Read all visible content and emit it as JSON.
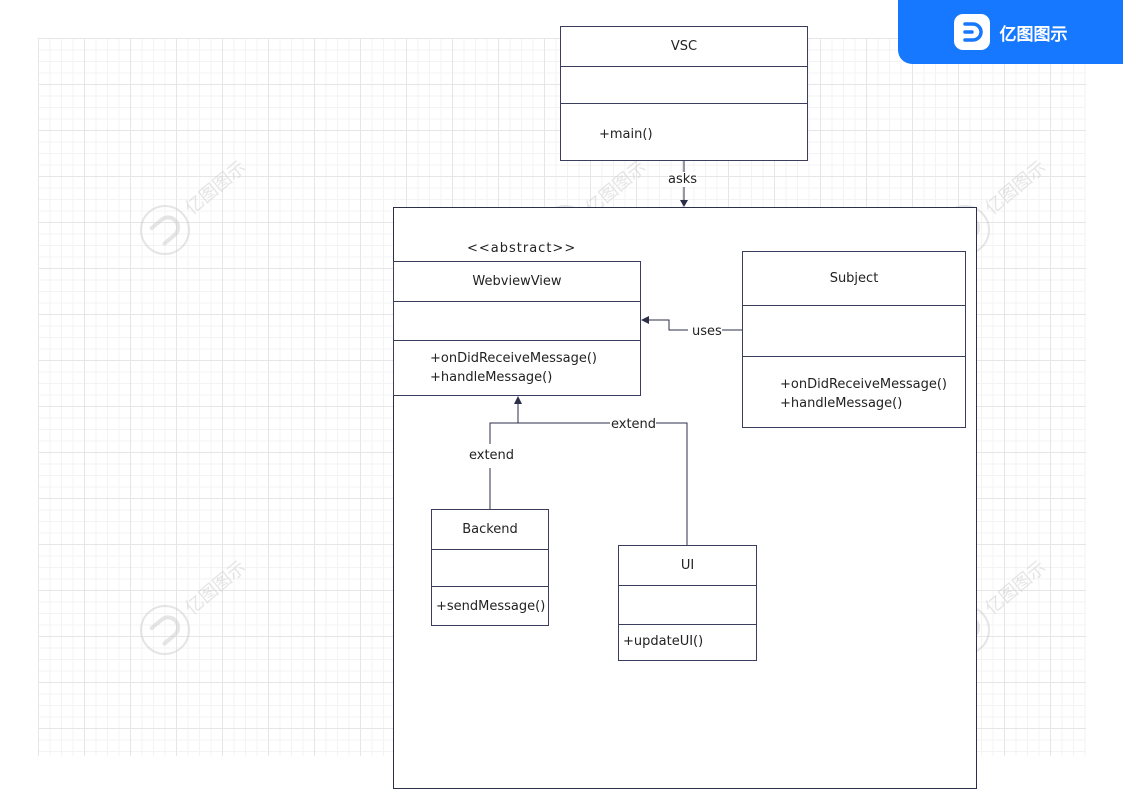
{
  "brand": {
    "name": "亿图图示"
  },
  "watermark": {
    "text": "亿图图示"
  },
  "diagram": {
    "classes": {
      "vsc": {
        "name": "VSC",
        "methods": [
          "+main()"
        ]
      },
      "webview": {
        "stereotype": "<<abstract>>",
        "name": "WebviewView",
        "methods": [
          "+onDidReceiveMessage()",
          "+handleMessage()"
        ]
      },
      "subject": {
        "name": "Subject",
        "methods": [
          "+onDidReceiveMessage()",
          "+handleMessage()"
        ]
      },
      "backend": {
        "name": "Backend",
        "methods": [
          "+sendMessage()"
        ]
      },
      "ui": {
        "name": "UI",
        "methods": [
          "+updateUI()"
        ]
      }
    },
    "relations": {
      "asks": "asks",
      "uses": "uses",
      "extend_backend": "extend",
      "extend_ui": "extend"
    }
  }
}
